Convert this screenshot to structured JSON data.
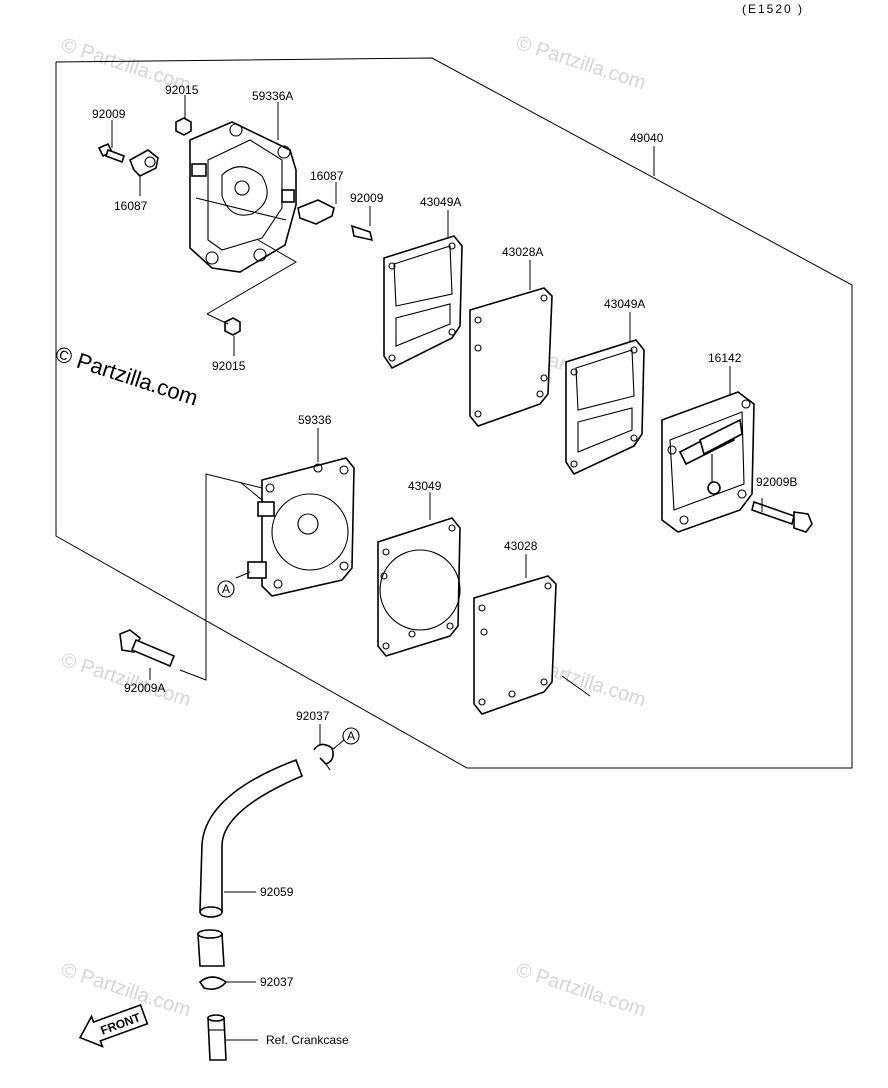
{
  "diagram_code": "(E1520 )",
  "watermark": {
    "main": "© Partzilla.com",
    "faint": "© Partzilla.com"
  },
  "parts": {
    "p92015_top": "92015",
    "p59336A": "59336A",
    "p92009_left": "92009",
    "p16087_left": "16087",
    "p16087_right": "16087",
    "p92009_right": "92009",
    "p92015_bottom": "92015",
    "p49040": "49040",
    "p43049A_1": "43049A",
    "p43028A": "43028A",
    "p43049A_2": "43049A",
    "p16142": "16142",
    "p92009B": "92009B",
    "p59336": "59336",
    "p43049": "43049",
    "p43028": "43028",
    "p92009A": "92009A",
    "p92037_top": "92037",
    "p92059": "92059",
    "p92037_bottom": "92037",
    "ref_crankcase": "Ref. Crankcase"
  },
  "markers": {
    "A1": "A",
    "A2": "A"
  },
  "front_arrow": "FRONT"
}
